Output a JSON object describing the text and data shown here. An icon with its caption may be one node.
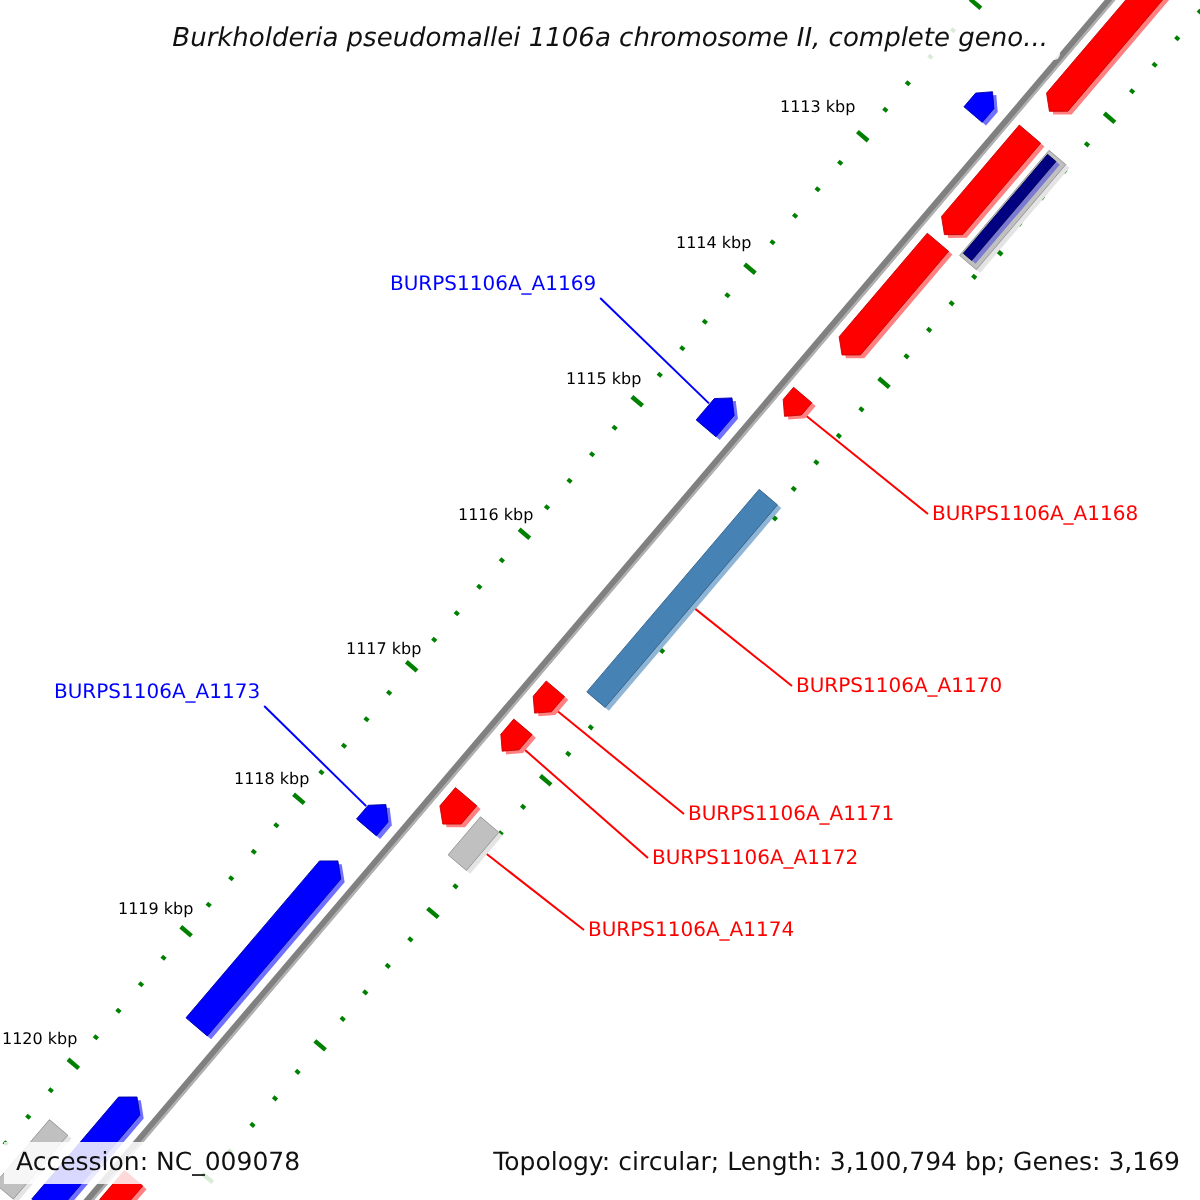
{
  "diagram": {
    "title": "Burkholderia pseudomallei 1106a chromosome II, complete geno...",
    "nodes": [
      {
        "text": [
          "BURPS1106A_A1169"
        ]
      },
      {
        "text": [],
        "shape": "bar"
      },
      {
        "text": [
          "BURPS1106A_A1168"
        ]
      },
      {
        "text": [],
        "shape": "bar"
      },
      {
        "text": [
          "BURPS1106A_A1170"
        ]
      },
      {
        "text": [],
        "shape": "bar"
      },
      {
        "text": [
          "BURPS1106A_A1173"
        ]
      },
      {
        "text": [],
        "shape": "bar"
      },
      {
        "text": [
          "BURPS1106A_A1171"
        ]
      },
      {
        "text": [],
        "shape": "bar"
      },
      {
        "text": [
          "BURPS1106A_A1172"
        ]
      },
      {
        "text": [],
        "shape": "bar"
      },
      {
        "text": [
          "BURPS1106A_A1174"
        ]
      },
      {
        "text": [],
        "shape": "bar"
      },
      {
        "text": [],
        "shape": "bar"
      },
      {
        "text": [],
        "shape": "bar"
      },
      {
        "text": [],
        "shape": "bar"
      },
      {
        "text": [],
        "shape": "bar"
      },
      {
        "text": [],
        "shape": "bar"
      },
      {
        "text": [],
        "shape": "bar"
      },
      {
        "text": [],
        "shape": "bar"
      },
      {
        "text": [],
        "shape": "bar"
      },
      {
        "text": [],
        "shape": "bar"
      },
      {
        "text": [],
        "shape": "bar"
      }
    ],
    "edges": [
      {
        "from": 0,
        "to": 1,
        "arrow": "none",
        "color": "#0000ff"
      },
      {
        "from": 2,
        "to": 3,
        "arrow": "none"
      },
      {
        "from": 4,
        "to": 5,
        "arrow": "none"
      },
      {
        "from": 6,
        "to": 7,
        "arrow": "none",
        "color": "#0000ff"
      },
      {
        "from": 8,
        "to": 9,
        "arrow": "none"
      },
      {
        "from": 10,
        "to": 11,
        "arrow": "none"
      },
      {
        "from": 12,
        "to": 13,
        "arrow": "none"
      }
    ],
    "labels": [
      "1113 kbp",
      "1114 kbp",
      "1115 kbp",
      "1116 kbp",
      "1117 kbp",
      "1118 kbp",
      "1119 kbp",
      "1120 kbp",
      "Accession: NC_009078",
      "Topology: circular; Length: 3,100,794 bp; Genes: 3,169"
    ]
  }
}
